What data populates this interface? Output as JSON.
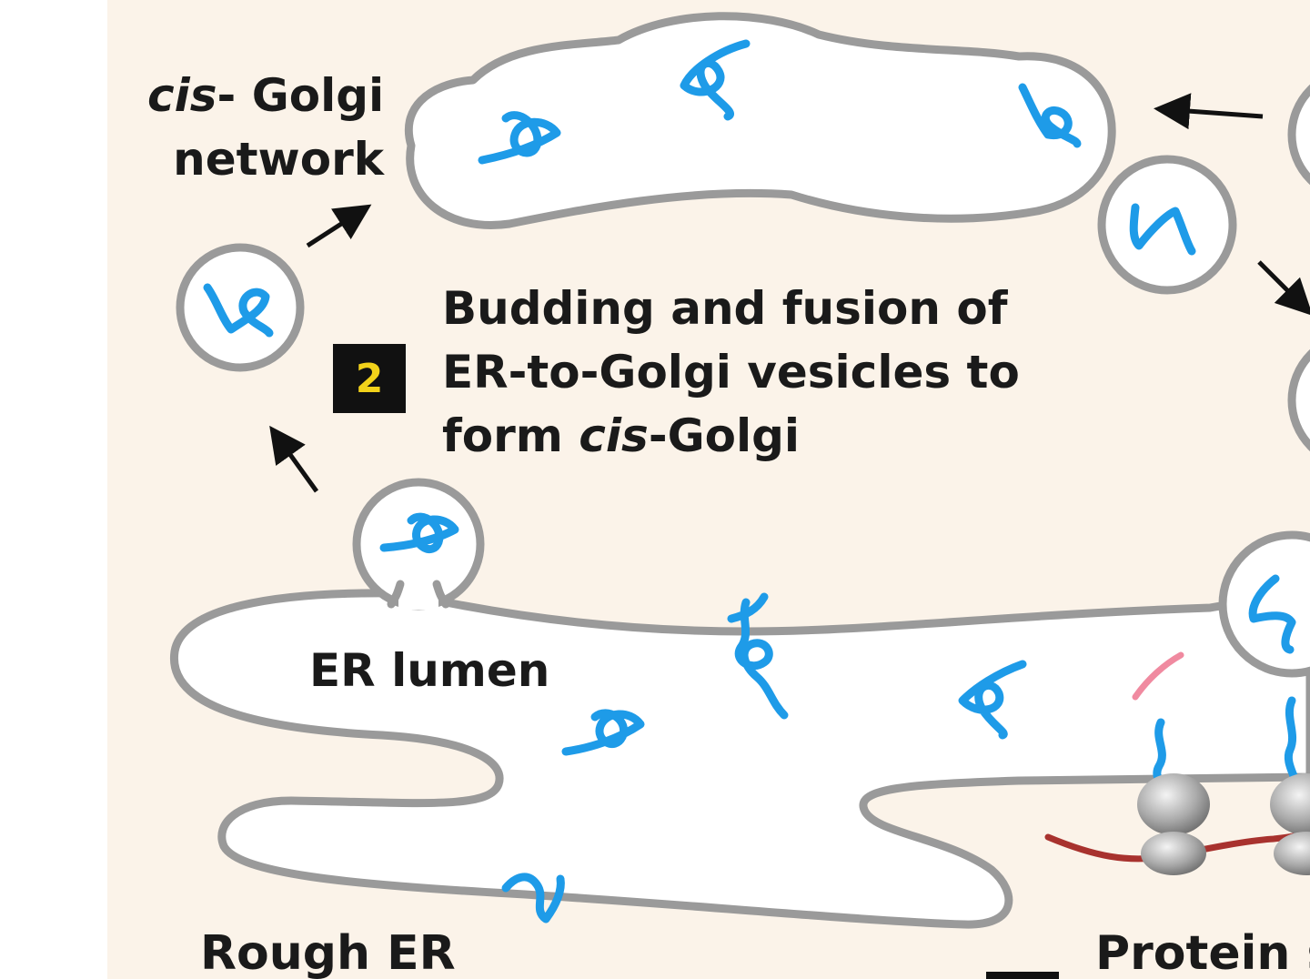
{
  "labels": {
    "cis_golgi_network_prefix": "cis",
    "cis_golgi_network_suffix": "- Golgi",
    "cis_golgi_network_line2": "network",
    "step_number": "2",
    "step_line1": "Budding and fusion of",
    "step_line2": "ER-to-Golgi vesicles to",
    "step_line3_prefix": "form ",
    "step_line3_italic": "cis",
    "step_line3_suffix": "-Golgi",
    "er_lumen": "ER lumen",
    "rough_er": "Rough ER",
    "protein_truncated": "Protein s"
  },
  "colors": {
    "background": "#fbf3e9",
    "membrane": "#9a9a9a",
    "lumen_fill": "#ffffff",
    "protein": "#1e9be8",
    "mrna": "#a8322e",
    "signal_peptide": "#f08aa0",
    "arrow": "#111111",
    "badge_bg": "#111111",
    "badge_text": "#f2d21a"
  }
}
